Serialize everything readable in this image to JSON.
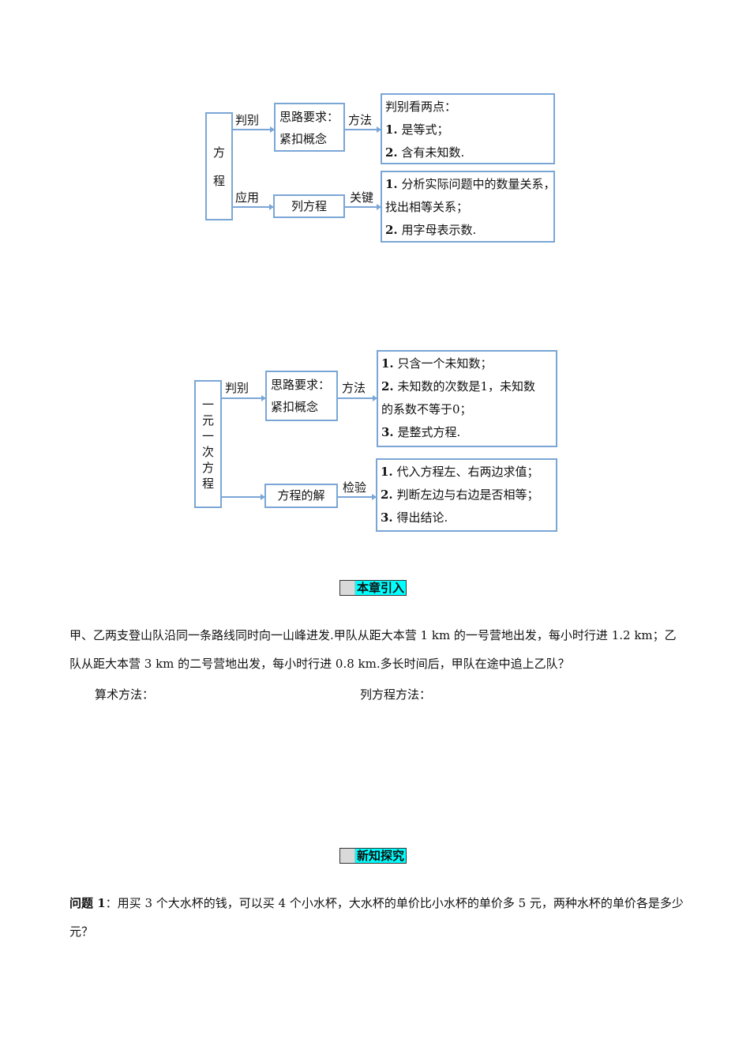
{
  "diagram1": {
    "root": [
      "方",
      "程"
    ],
    "branch_top": {
      "edge_label": "判别",
      "node": [
        "思路要求：",
        "紧扣概念"
      ],
      "edge2_label": "方法",
      "detail": [
        {
          "num": "",
          "text": "判别看两点："
        },
        {
          "num": "1.",
          "text": " 是等式；"
        },
        {
          "num": "2.",
          "text": " 含有未知数."
        }
      ]
    },
    "branch_bottom": {
      "edge_label": "应用",
      "node": "列方程",
      "edge2_label": "关键",
      "detail": [
        {
          "num": "1.",
          "text": " 分析实际问题中的数量关系，"
        },
        {
          "num": "",
          "text": "找出相等关系；"
        },
        {
          "num": "2.",
          "text": " 用字母表示数."
        }
      ]
    }
  },
  "diagram2": {
    "root": [
      "一",
      "元",
      "一",
      "次",
      "方",
      "程"
    ],
    "branch_top": {
      "edge_label": "判别",
      "node": [
        "思路要求：",
        "紧扣概念"
      ],
      "edge2_label": "方法",
      "detail": [
        {
          "num": "1.",
          "text": " 只含一个未知数；"
        },
        {
          "num": "2.",
          "text": " 未知数的次数是1，未知数"
        },
        {
          "num": "",
          "text": "的系数不等于0；"
        },
        {
          "num": "3.",
          "text": " 是整式方程."
        }
      ]
    },
    "branch_bottom": {
      "edge_label": "",
      "node": "方程的解",
      "edge2_label": "检验",
      "detail": [
        {
          "num": "1.",
          "text": " 代入方程左、右两边求值；"
        },
        {
          "num": "2.",
          "text": " 判断左边与右边是否相等；"
        },
        {
          "num": "3.",
          "text": " 得出结论."
        }
      ]
    }
  },
  "sections": [
    {
      "title": "本章引入",
      "paragraph": "甲、乙两支登山队沿同一条路线同时向一山峰进发.甲队从距大本营 1 km 的一号营地出发，每小时行进 1.2 km；乙队从距大本营 3 km 的二号营地出发，每小时行进 0.8 km.多长时间后，甲队在途中追上乙队？",
      "method_left": "算术方法：",
      "method_right": "列方程方法："
    },
    {
      "title": "新知探究",
      "question_label": "问题 1",
      "question": "：用买 3 个大水杯的钱，可以买 4 个小水杯，大水杯的单价比小水杯的单价多 5 元，两种水杯的单价各是多少元？"
    }
  ],
  "colors": {
    "box_border": "#7aa6d6",
    "heading_bg": "#00ffff",
    "heading_grey": "#d9d9d9"
  }
}
